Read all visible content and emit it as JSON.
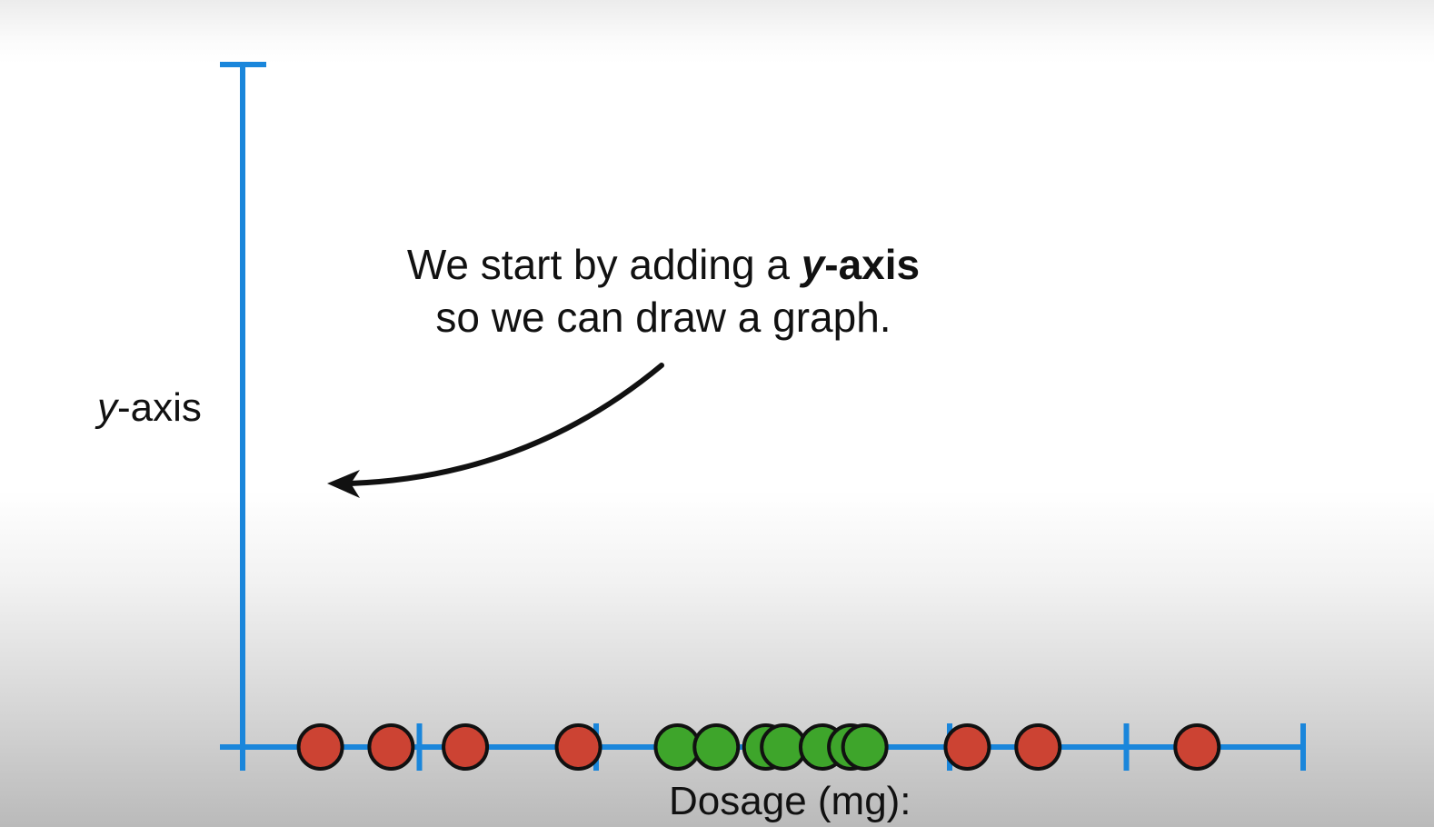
{
  "annotation": {
    "line1_prefix": "We start by adding a ",
    "line1_emphasis_var": "y",
    "line1_emphasis_rest": "-axis",
    "line2": "so we can draw a graph."
  },
  "axes": {
    "y_label_var": "y",
    "y_label_rest": "-axis",
    "x_label": "Dosage (mg):",
    "axis_color": "#1a86db"
  },
  "chart_data": {
    "type": "scatter",
    "xlabel": "Dosage (mg):",
    "ylabel": "y-axis",
    "xlim": [
      0,
      30
    ],
    "x_ticks": [
      0,
      5,
      10,
      20,
      25,
      30
    ],
    "points": [
      {
        "x": 2.2,
        "class": "red"
      },
      {
        "x": 4.2,
        "class": "red"
      },
      {
        "x": 6.3,
        "class": "red"
      },
      {
        "x": 9.5,
        "class": "red"
      },
      {
        "x": 12.3,
        "class": "green"
      },
      {
        "x": 13.4,
        "class": "green"
      },
      {
        "x": 14.8,
        "class": "green"
      },
      {
        "x": 15.3,
        "class": "green"
      },
      {
        "x": 16.4,
        "class": "green"
      },
      {
        "x": 17.2,
        "class": "green"
      },
      {
        "x": 17.6,
        "class": "green"
      },
      {
        "x": 20.5,
        "class": "red"
      },
      {
        "x": 22.5,
        "class": "red"
      },
      {
        "x": 27.0,
        "class": "red"
      }
    ],
    "colors": {
      "red": "#cc4333",
      "green": "#3ea52b",
      "outline": "#111111"
    }
  }
}
